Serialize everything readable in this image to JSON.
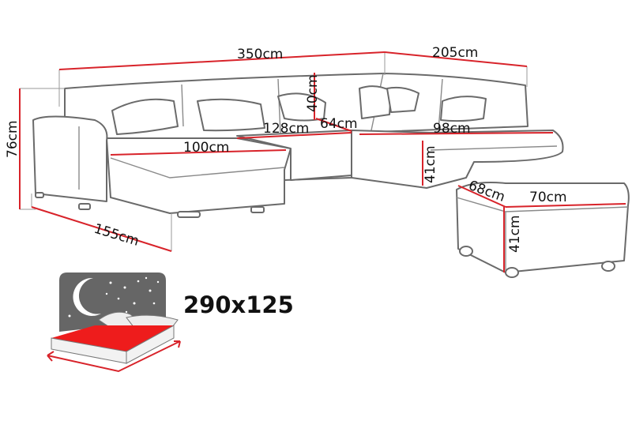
{
  "dimensions": {
    "total_width": "350cm",
    "right_depth": "205cm",
    "height": "76cm",
    "back_height": "40cm",
    "corner_depth": "64cm",
    "middle_seat": "128cm",
    "chaise_seat": "100cm",
    "chaise_length": "155cm",
    "right_seat": "98cm",
    "right_seat_height": "41cm",
    "ottoman_depth": "68cm",
    "ottoman_width": "70cm",
    "ottoman_height": "41cm"
  },
  "bed": {
    "size": "290x125",
    "icon": "bed-night-icon",
    "colors": {
      "sheet": "#ee1c1c",
      "sky": "#666666",
      "arrow": "#d8232a"
    }
  },
  "colors": {
    "dimension_line": "#d8232a",
    "outline": "#6a6a6a"
  }
}
